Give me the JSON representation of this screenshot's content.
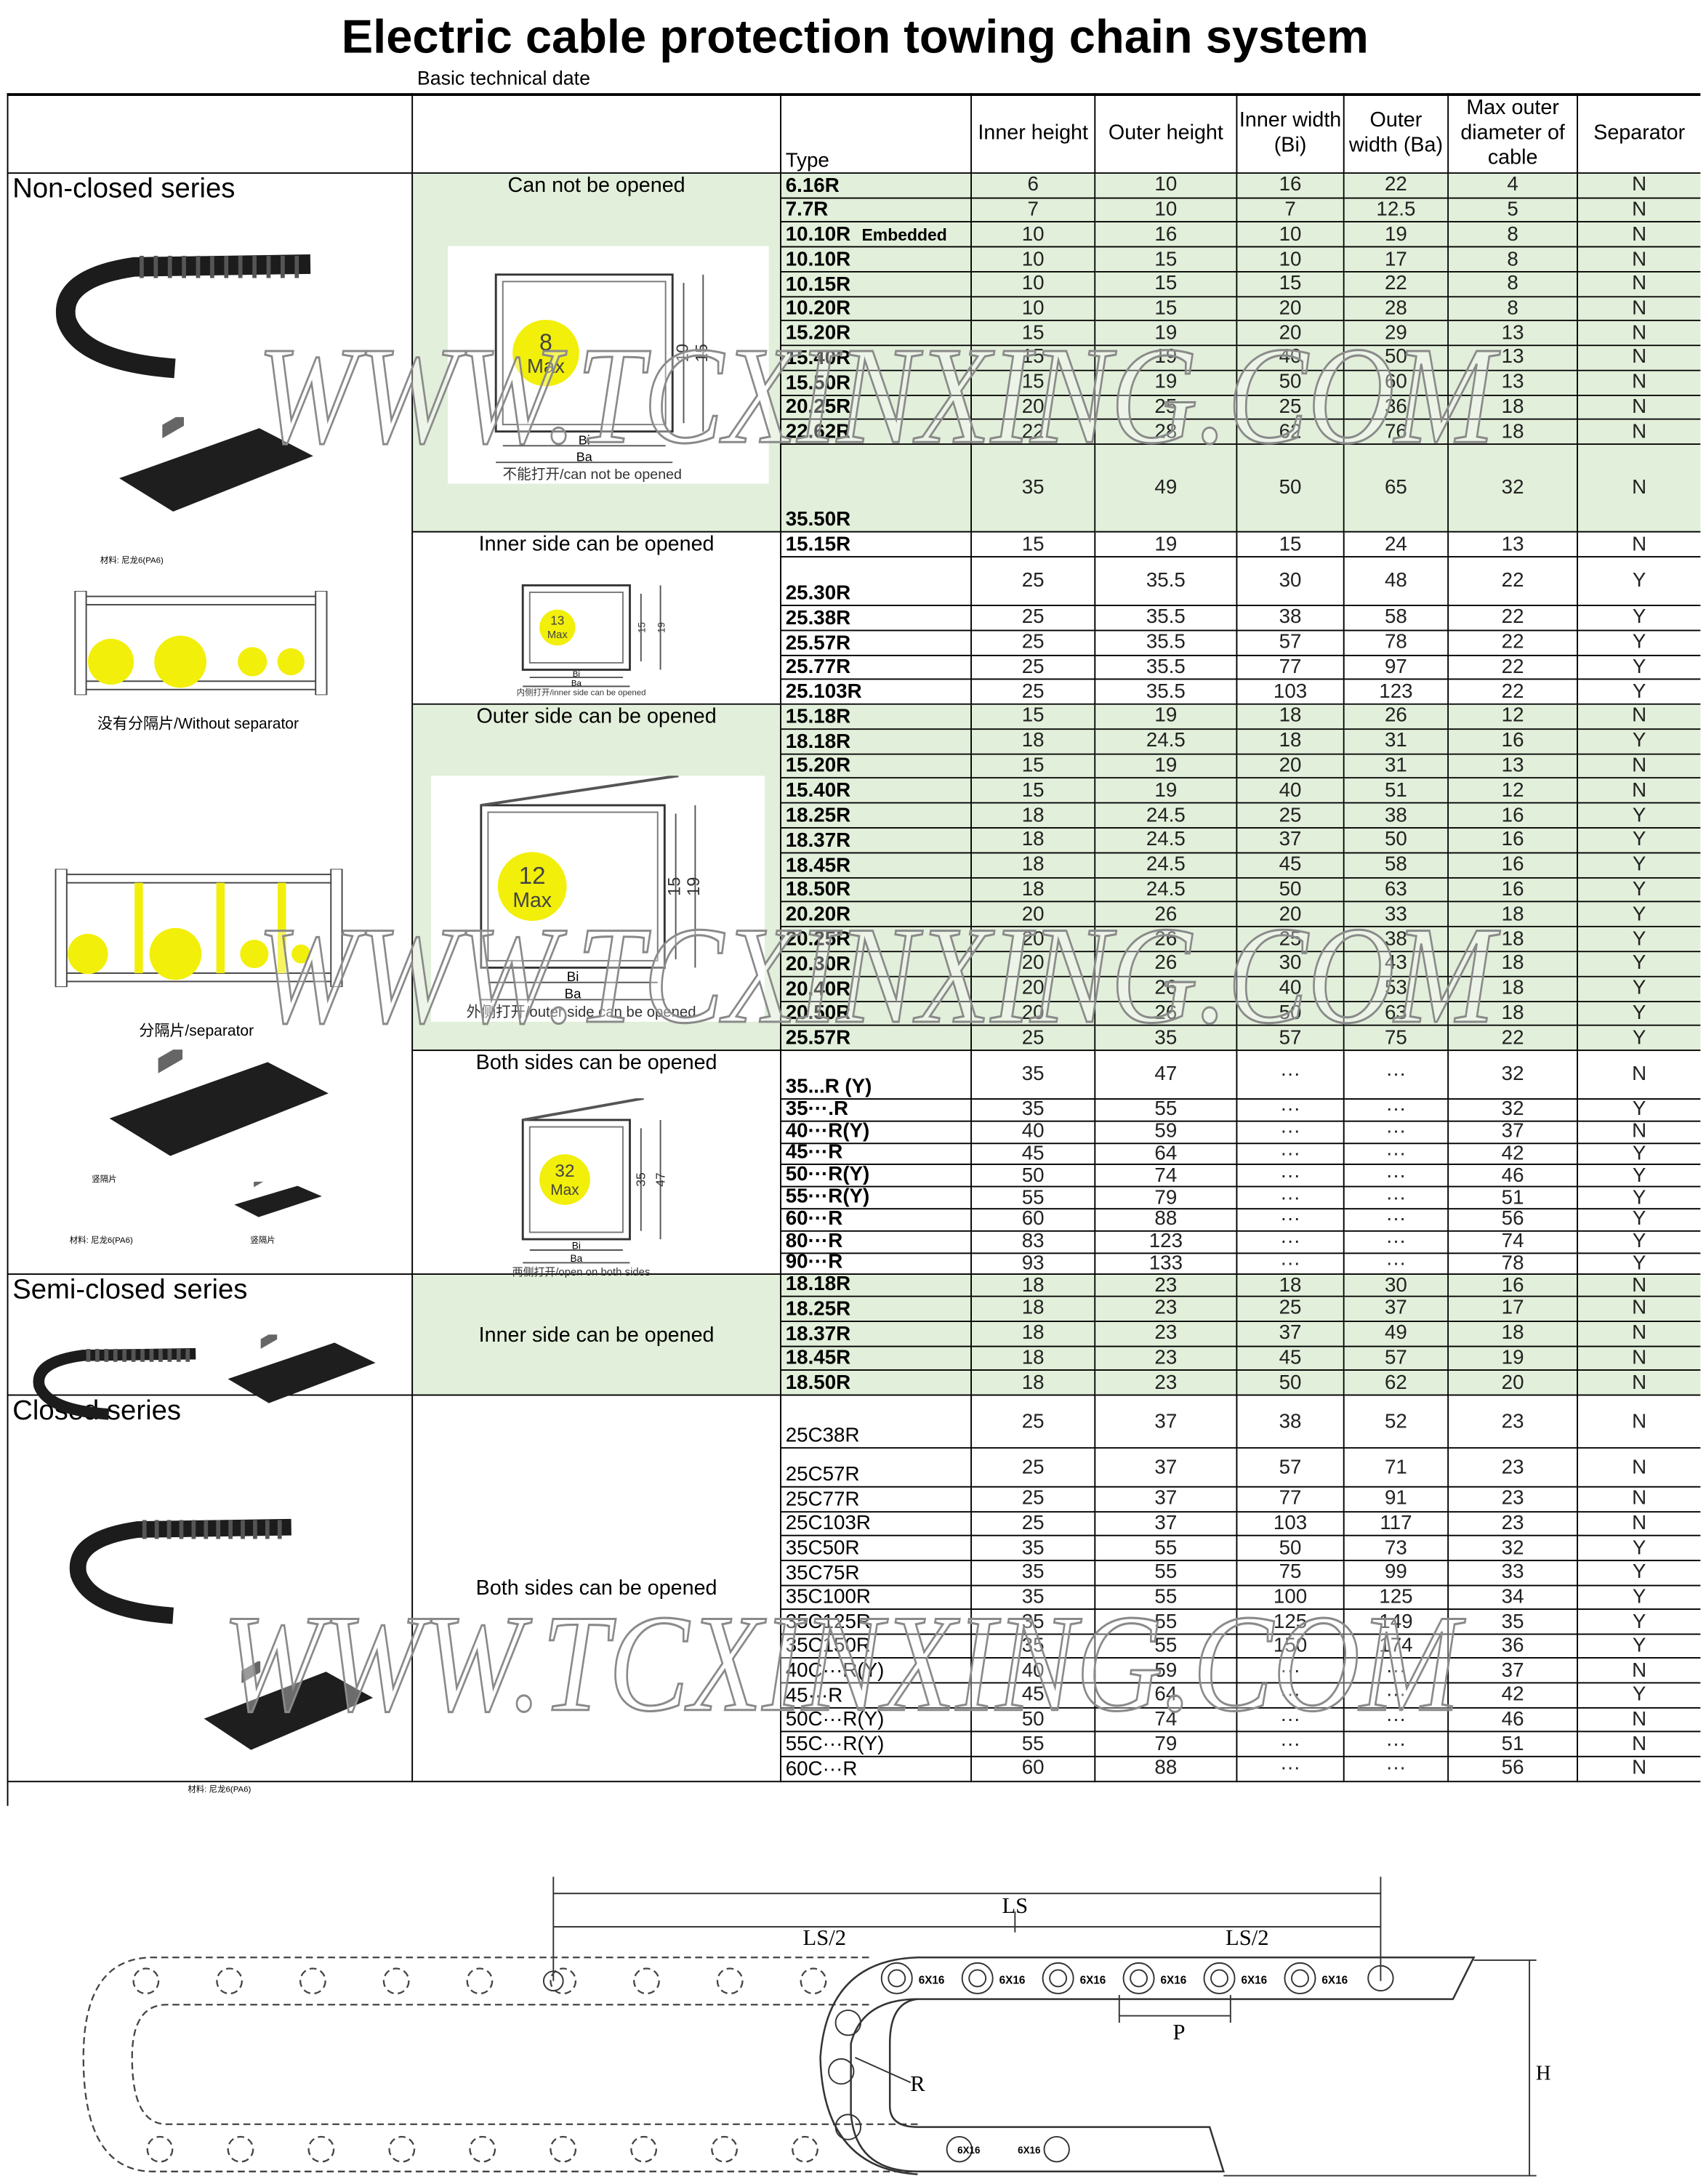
{
  "title": "Electric cable protection towing chain system",
  "subtitle": "Basic technical date",
  "watermark": "WWW.TCXINXING.COM",
  "colors": {
    "green_row": "#e2efda",
    "yellow_cable": "#f2ef0a",
    "chain": "#222222"
  },
  "headers": [
    "Type",
    "Inner height",
    "Outer height",
    "Inner width (Bi)",
    "Outer width (Ba)",
    "Max outer diameter of cable",
    "Separator"
  ],
  "sections": [
    {
      "series": "Non-closed series",
      "captions": {
        "material": "材料: 尼龙6(PA6)",
        "without_separator": "没有分隔片/Without separator",
        "separator": "分隔片/separator",
        "vertical_separator": "竖隔片"
      },
      "groups": [
        {
          "label": "Can not be opened",
          "green": true,
          "diagram": {
            "max": "8",
            "max_label": "Max",
            "dims": [
              "10",
              "15"
            ],
            "bi": "Bi",
            "ba": "Ba",
            "caption": "不能打开/can not be opened"
          },
          "rows": [
            [
              "6.16R",
              "6",
              "10",
              "16",
              "22",
              "4",
              "N"
            ],
            [
              "7.7R",
              "7",
              "10",
              "7",
              "12.5",
              "5",
              "N"
            ],
            [
              "10.10R  Embedded",
              "10",
              "16",
              "10",
              "19",
              "8",
              "N"
            ],
            [
              "10.10R",
              "10",
              "15",
              "10",
              "17",
              "8",
              "N"
            ],
            [
              "10.15R",
              "10",
              "15",
              "15",
              "22",
              "8",
              "N"
            ],
            [
              "10.20R",
              "10",
              "15",
              "20",
              "28",
              "8",
              "N"
            ],
            [
              "15.20R",
              "15",
              "19",
              "20",
              "29",
              "13",
              "N"
            ],
            [
              "15.40R",
              "15",
              "19",
              "40",
              "50",
              "13",
              "N"
            ],
            [
              "15.50R",
              "15",
              "19",
              "50",
              "60",
              "13",
              "N"
            ],
            [
              "20.25R",
              "20",
              "25",
              "25",
              "36",
              "18",
              "N"
            ],
            [
              "22.62R",
              "22",
              "28",
              "62",
              "76",
              "18",
              "N"
            ],
            [
              "35.50R",
              "35",
              "49",
              "50",
              "65",
              "32",
              "N"
            ]
          ]
        },
        {
          "label": "Inner side can be opened",
          "green": false,
          "diagram": {
            "max": "13",
            "max_label": "Max",
            "dims": [
              "15",
              "19"
            ],
            "bi": "Bi",
            "ba": "Ba",
            "caption": "内侧打开/inner side can be opened"
          },
          "rows": [
            [
              "15.15R",
              "15",
              "19",
              "15",
              "24",
              "13",
              "N"
            ],
            [
              "25.30R",
              "25",
              "35.5",
              "30",
              "48",
              "22",
              "Y"
            ],
            [
              "25.38R",
              "25",
              "35.5",
              "38",
              "58",
              "22",
              "Y"
            ],
            [
              "25.57R",
              "25",
              "35.5",
              "57",
              "78",
              "22",
              "Y"
            ],
            [
              "25.77R",
              "25",
              "35.5",
              "77",
              "97",
              "22",
              "Y"
            ],
            [
              "25.103R",
              "25",
              "35.5",
              "103",
              "123",
              "22",
              "Y"
            ]
          ]
        },
        {
          "label": "Outer side can be opened",
          "green": true,
          "diagram": {
            "max": "12",
            "max_label": "Max",
            "dims": [
              "15",
              "19"
            ],
            "bi": "Bi",
            "ba": "Ba",
            "caption": "外侧打开/outer side can be opened"
          },
          "rows": [
            [
              "15.18R",
              "15",
              "19",
              "18",
              "26",
              "12",
              "N"
            ],
            [
              "18.18R",
              "18",
              "24.5",
              "18",
              "31",
              "16",
              "Y"
            ],
            [
              "15.20R",
              "15",
              "19",
              "20",
              "31",
              "13",
              "N"
            ],
            [
              "15.40R",
              "15",
              "19",
              "40",
              "51",
              "12",
              "N"
            ],
            [
              "18.25R",
              "18",
              "24.5",
              "25",
              "38",
              "16",
              "Y"
            ],
            [
              "18.37R",
              "18",
              "24.5",
              "37",
              "50",
              "16",
              "Y"
            ],
            [
              "18.45R",
              "18",
              "24.5",
              "45",
              "58",
              "16",
              "Y"
            ],
            [
              "18.50R",
              "18",
              "24.5",
              "50",
              "63",
              "16",
              "Y"
            ],
            [
              "20.20R",
              "20",
              "26",
              "20",
              "33",
              "18",
              "Y"
            ],
            [
              "20.25R",
              "20",
              "26",
              "25",
              "38",
              "18",
              "Y"
            ],
            [
              "20.30R",
              "20",
              "26",
              "30",
              "43",
              "18",
              "Y"
            ],
            [
              "20.40R",
              "20",
              "26",
              "40",
              "53",
              "18",
              "Y"
            ],
            [
              "20.50R",
              "20",
              "26",
              "50",
              "63",
              "18",
              "Y"
            ],
            [
              "25.57R",
              "25",
              "35",
              "57",
              "75",
              "22",
              "Y"
            ]
          ]
        },
        {
          "label": "Both sides can be opened",
          "green": false,
          "diagram": {
            "max": "32",
            "max_label": "Max",
            "dims": [
              "35",
              "47"
            ],
            "bi": "Bi",
            "ba": "Ba",
            "caption": "两侧打开/open on both sides"
          },
          "rows": [
            [
              "35...R (Y)",
              "35",
              "47",
              "···",
              "···",
              "32",
              "N"
            ],
            [
              "35···.R",
              "35",
              "55",
              "···",
              "···",
              "32",
              "Y"
            ],
            [
              "40···R(Y)",
              "40",
              "59",
              "···",
              "···",
              "37",
              "N"
            ],
            [
              "45···R",
              "45",
              "64",
              "···",
              "···",
              "42",
              "Y"
            ],
            [
              "50···R(Y)",
              "50",
              "74",
              "···",
              "···",
              "46",
              "Y"
            ],
            [
              "55···R(Y)",
              "55",
              "79",
              "···",
              "···",
              "51",
              "Y"
            ],
            [
              "60···R",
              "60",
              "88",
              "···",
              "···",
              "56",
              "Y"
            ],
            [
              "80···R",
              "83",
              "123",
              "···",
              "···",
              "74",
              "Y"
            ],
            [
              "90···R",
              "93",
              "133",
              "···",
              "···",
              "78",
              "Y"
            ]
          ]
        }
      ]
    },
    {
      "series": "Semi-closed series",
      "groups": [
        {
          "label": "Inner side can be opened",
          "green": true,
          "rows": [
            [
              "18.18R",
              "18",
              "23",
              "18",
              "30",
              "16",
              "N"
            ],
            [
              "18.25R",
              "18",
              "23",
              "25",
              "37",
              "17",
              "N"
            ],
            [
              "18.37R",
              "18",
              "23",
              "37",
              "49",
              "18",
              "N"
            ],
            [
              "18.45R",
              "18",
              "23",
              "45",
              "57",
              "19",
              "N"
            ],
            [
              "18.50R",
              "18",
              "23",
              "50",
              "62",
              "20",
              "N"
            ]
          ]
        }
      ]
    },
    {
      "series": "Closed series",
      "captions": {
        "material": "材料: 尼龙6(PA6)"
      },
      "groups": [
        {
          "label": "Both sides can be opened",
          "green": false,
          "rows": [
            [
              "25C38R",
              "25",
              "37",
              "38",
              "52",
              "23",
              "N"
            ],
            [
              "25C57R",
              "25",
              "37",
              "57",
              "71",
              "23",
              "N"
            ],
            [
              "25C77R",
              "25",
              "37",
              "77",
              "91",
              "23",
              "N"
            ],
            [
              "25C103R",
              "25",
              "37",
              "103",
              "117",
              "23",
              "N"
            ],
            [
              "35C50R",
              "35",
              "55",
              "50",
              "73",
              "32",
              "Y"
            ],
            [
              "35C75R",
              "35",
              "55",
              "75",
              "99",
              "33",
              "Y"
            ],
            [
              "35C100R",
              "35",
              "55",
              "100",
              "125",
              "34",
              "Y"
            ],
            [
              "35C125R",
              "35",
              "55",
              "125",
              "149",
              "35",
              "Y"
            ],
            [
              "35C150R",
              "35",
              "55",
              "150",
              "174",
              "36",
              "Y"
            ],
            [
              "40C···R(Y)",
              "40",
              "59",
              "···",
              "···",
              "37",
              "N"
            ],
            [
              "45···R",
              "45",
              "64",
              "···",
              "···",
              "42",
              "Y"
            ],
            [
              "50C···R(Y)",
              "50",
              "74",
              "···",
              "···",
              "46",
              "N"
            ],
            [
              "55C···R(Y)",
              "55",
              "79",
              "···",
              "···",
              "51",
              "N"
            ],
            [
              "60C···R",
              "60",
              "88",
              "···",
              "···",
              "56",
              "N"
            ]
          ]
        }
      ]
    }
  ],
  "drawing": {
    "ls": "LS",
    "ls_half": "LS/2",
    "pitch": "P",
    "radius": "R",
    "height": "H",
    "link_label": "6X16"
  }
}
